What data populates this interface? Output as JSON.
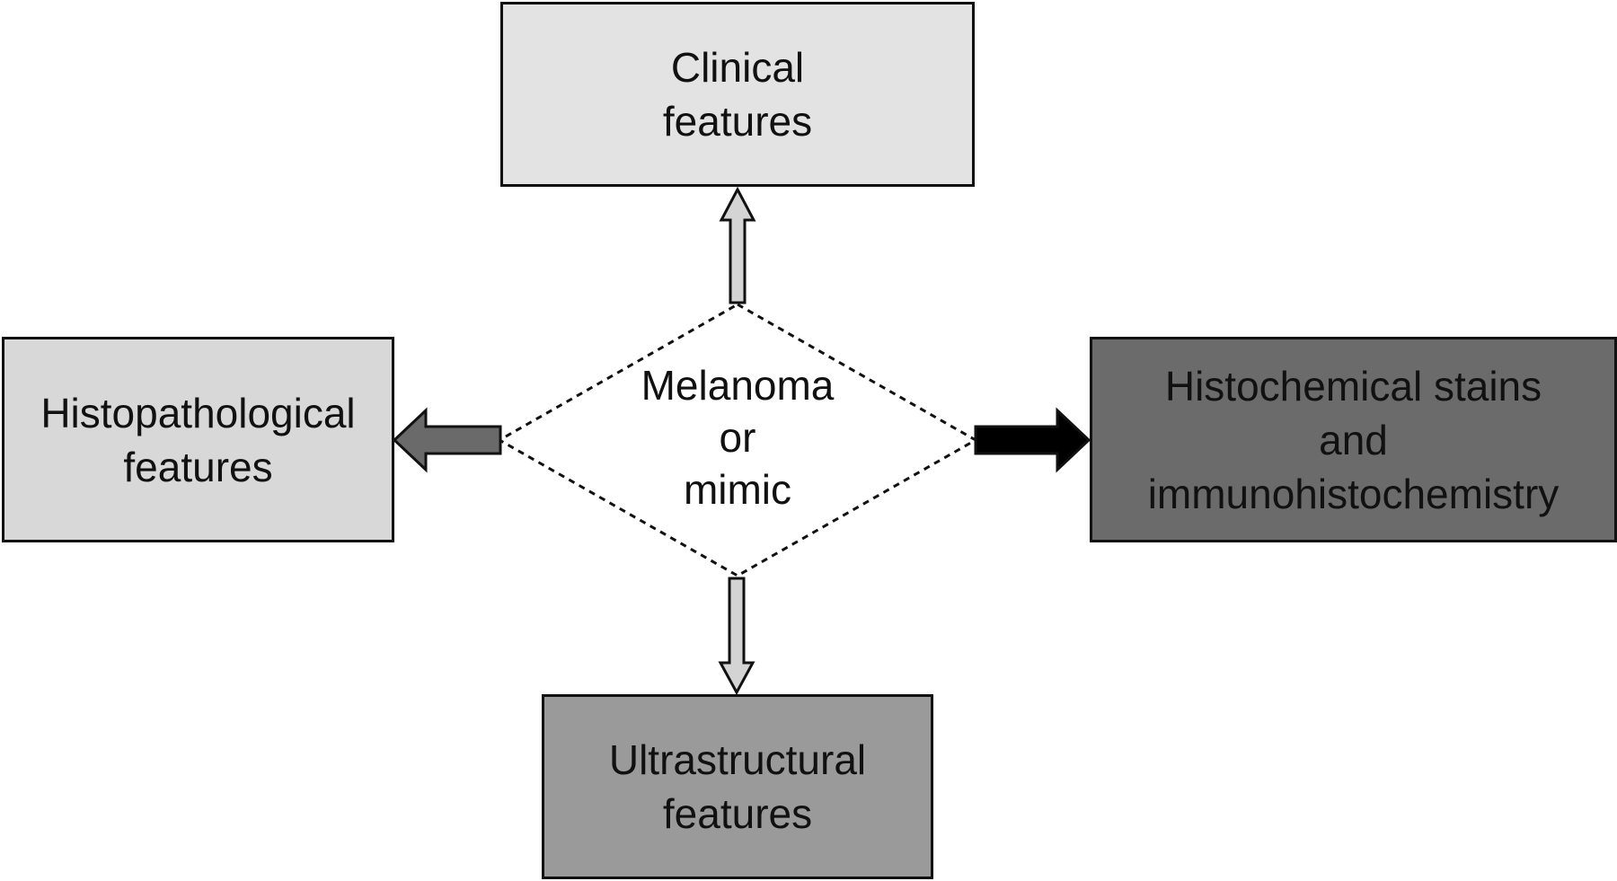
{
  "center": {
    "lines": [
      "Melanoma",
      "or",
      "mimic"
    ]
  },
  "boxes": {
    "clinical": {
      "lines": [
        "Clinical",
        "features"
      ],
      "fill": "#e3e3e3"
    },
    "histopathological": {
      "lines": [
        "Histopathological",
        "features"
      ],
      "fill": "#d8d8d8"
    },
    "histochemical": {
      "lines": [
        "Histochemical stains",
        "and",
        "immunohistochemistry"
      ],
      "fill": "#6b6b6b"
    },
    "ultrastructural": {
      "lines": [
        "Ultrastructural",
        "features"
      ],
      "fill": "#9a9a9a"
    }
  },
  "arrows": {
    "up": {
      "fill": "#d4d4d4"
    },
    "left": {
      "fill": "#6a6a6a"
    },
    "right": {
      "fill": "#000000"
    },
    "down": {
      "fill": "#d4d4d4"
    }
  }
}
